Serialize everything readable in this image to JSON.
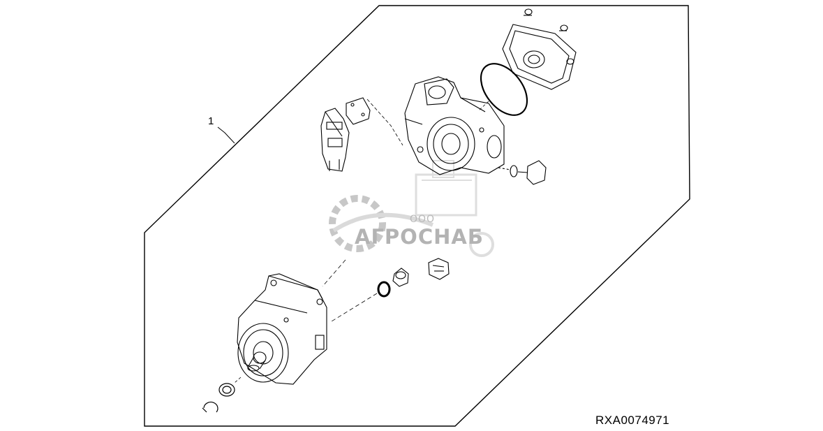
{
  "diagram": {
    "callout_label": "1",
    "figure_id": "RXA0074971"
  },
  "watermark": {
    "prefix": "ООО",
    "brand": "АГРОСНАБ",
    "icon": "gear-harvester-logo",
    "color": "#b3b3b3"
  },
  "colors": {
    "line": "#000000",
    "background": "#ffffff"
  }
}
